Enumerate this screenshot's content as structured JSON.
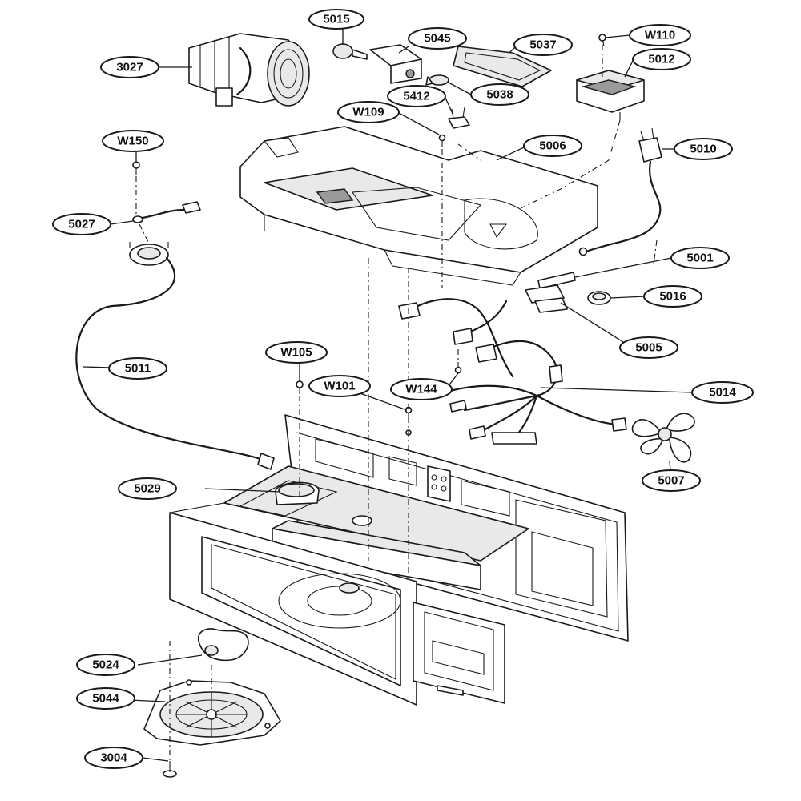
{
  "callouts": {
    "c3027": "3027",
    "c5015": "5015",
    "c5045": "5045",
    "c5037": "5037",
    "cW110": "W110",
    "c5012": "5012",
    "c5038": "5038",
    "c5412": "5412",
    "cW109": "W109",
    "c5006": "5006",
    "c5010": "5010",
    "cW150": "W150",
    "c5027": "5027",
    "c5001": "5001",
    "c5016": "5016",
    "c5005": "5005",
    "c5011": "5011",
    "cW105": "W105",
    "cW101": "W101",
    "cW144": "W144",
    "c5014": "5014",
    "c5029": "5029",
    "c5007": "5007",
    "c5024": "5024",
    "c5044": "5044",
    "c3004": "3004"
  }
}
